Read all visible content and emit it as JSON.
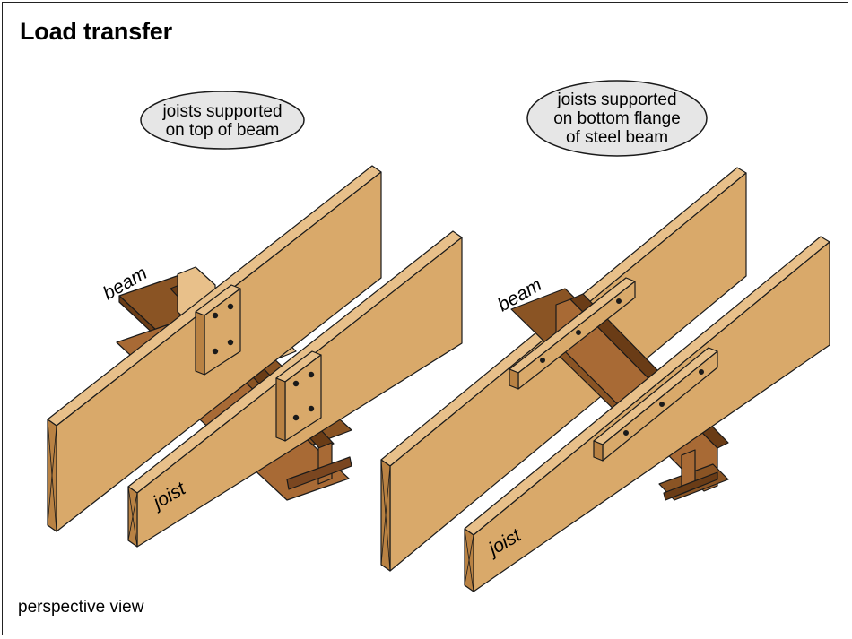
{
  "title": "Load transfer",
  "footer": "perspective  view",
  "left": {
    "callout_line1": "joists supported",
    "callout_line2": "on top of beam",
    "beam_label": "beam",
    "joist_label": "joist"
  },
  "right": {
    "callout_line1": "joists supported",
    "callout_line2": "on bottom flange",
    "callout_line3": "of steel beam",
    "beam_label": "beam",
    "joist_label": "joist"
  },
  "colors": {
    "wood_light": "#d9a96a",
    "wood_top": "#e8c08a",
    "wood_dark": "#b98243",
    "steel_top": "#8a5424",
    "steel_side": "#a86a35",
    "steel_dark": "#6a3c16",
    "callout_fill": "#e6e6e6"
  }
}
